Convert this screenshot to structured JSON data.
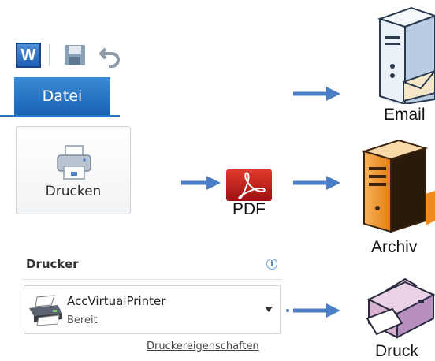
{
  "word": {
    "app_letter": "W",
    "file_tab_label": "Datei",
    "print_button_label": "Drucken"
  },
  "printer_panel": {
    "heading": "Drucker",
    "printer_name": "AccVirtualPrinter",
    "printer_status": "Bereit",
    "properties_link": "Druckereigenschaften"
  },
  "flow": {
    "pdf_label": "PDF",
    "targets": [
      {
        "label": "Email",
        "icon": "email-server-icon"
      },
      {
        "label": "Archiv",
        "icon": "archive-server-icon"
      },
      {
        "label": "Druck",
        "icon": "printer-icon"
      }
    ]
  },
  "colors": {
    "arrow": "#4a7ec6",
    "word_blue": "#1f5fb4",
    "pdf_red": "#c41d1d",
    "archive_orange": "#f08a1c"
  }
}
